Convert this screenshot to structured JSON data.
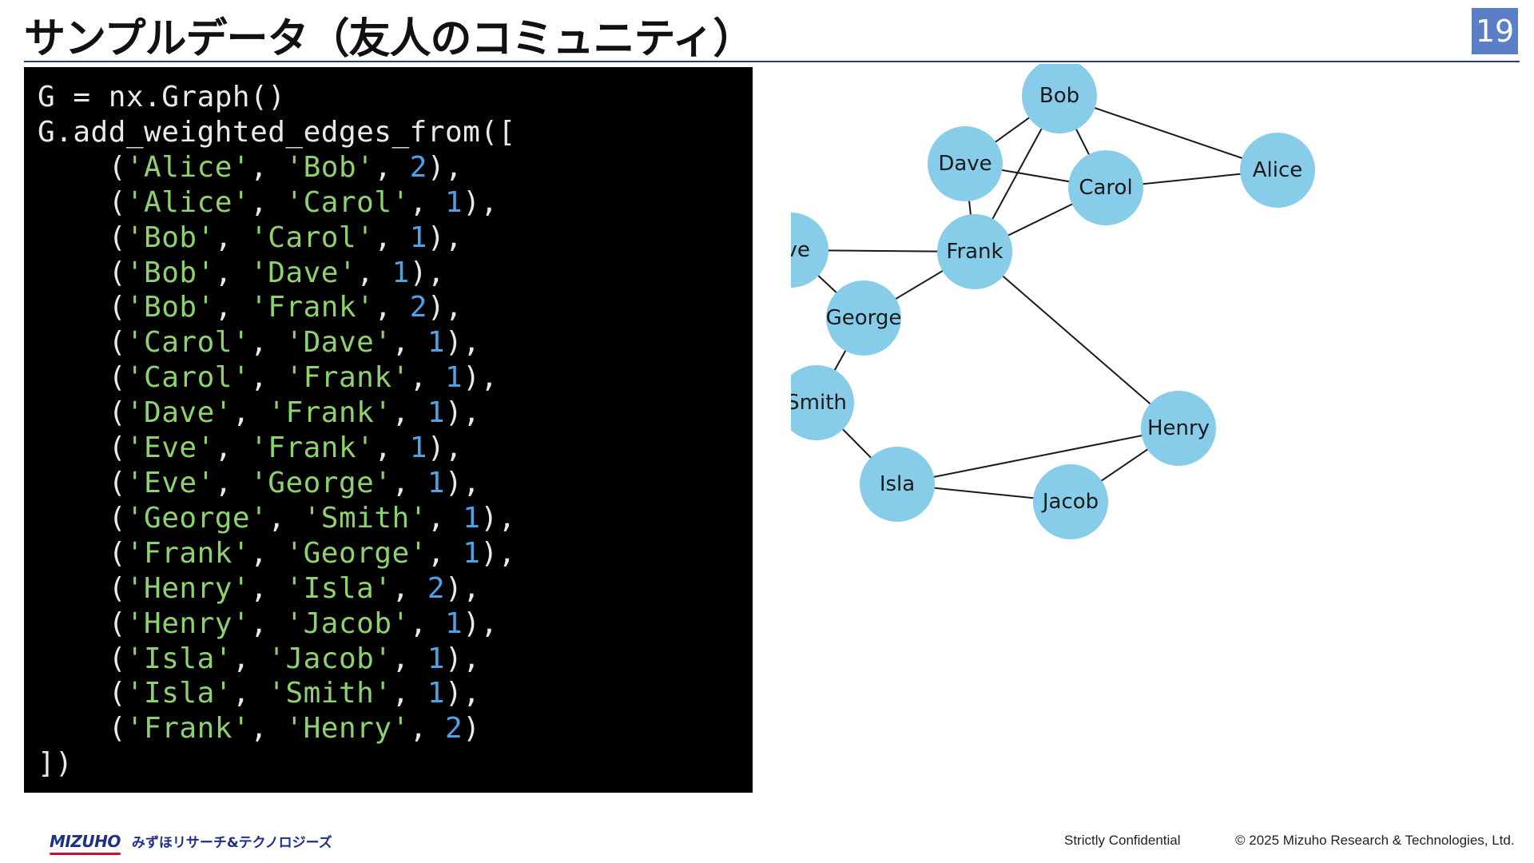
{
  "header": {
    "title": "サンプルデータ（友人のコミュニティ）",
    "page_number": "19"
  },
  "code": {
    "lines": [
      [
        {
          "t": "G = nx.Graph()",
          "c": "plain"
        }
      ],
      [
        {
          "t": "G.add_weighted_edges_from([",
          "c": "plain"
        }
      ],
      [
        {
          "t": "    (",
          "c": "plain"
        },
        {
          "t": "'Alice'",
          "c": "str"
        },
        {
          "t": ", ",
          "c": "plain"
        },
        {
          "t": "'Bob'",
          "c": "str"
        },
        {
          "t": ", ",
          "c": "plain"
        },
        {
          "t": "2",
          "c": "num"
        },
        {
          "t": "),",
          "c": "plain"
        }
      ],
      [
        {
          "t": "    (",
          "c": "plain"
        },
        {
          "t": "'Alice'",
          "c": "str"
        },
        {
          "t": ", ",
          "c": "plain"
        },
        {
          "t": "'Carol'",
          "c": "str"
        },
        {
          "t": ", ",
          "c": "plain"
        },
        {
          "t": "1",
          "c": "num"
        },
        {
          "t": "),",
          "c": "plain"
        }
      ],
      [
        {
          "t": "    (",
          "c": "plain"
        },
        {
          "t": "'Bob'",
          "c": "str"
        },
        {
          "t": ", ",
          "c": "plain"
        },
        {
          "t": "'Carol'",
          "c": "str"
        },
        {
          "t": ", ",
          "c": "plain"
        },
        {
          "t": "1",
          "c": "num"
        },
        {
          "t": "),",
          "c": "plain"
        }
      ],
      [
        {
          "t": "    (",
          "c": "plain"
        },
        {
          "t": "'Bob'",
          "c": "str"
        },
        {
          "t": ", ",
          "c": "plain"
        },
        {
          "t": "'Dave'",
          "c": "str"
        },
        {
          "t": ", ",
          "c": "plain"
        },
        {
          "t": "1",
          "c": "num"
        },
        {
          "t": "),",
          "c": "plain"
        }
      ],
      [
        {
          "t": "    (",
          "c": "plain"
        },
        {
          "t": "'Bob'",
          "c": "str"
        },
        {
          "t": ", ",
          "c": "plain"
        },
        {
          "t": "'Frank'",
          "c": "str"
        },
        {
          "t": ", ",
          "c": "plain"
        },
        {
          "t": "2",
          "c": "num"
        },
        {
          "t": "),",
          "c": "plain"
        }
      ],
      [
        {
          "t": "    (",
          "c": "plain"
        },
        {
          "t": "'Carol'",
          "c": "str"
        },
        {
          "t": ", ",
          "c": "plain"
        },
        {
          "t": "'Dave'",
          "c": "str"
        },
        {
          "t": ", ",
          "c": "plain"
        },
        {
          "t": "1",
          "c": "num"
        },
        {
          "t": "),",
          "c": "plain"
        }
      ],
      [
        {
          "t": "    (",
          "c": "plain"
        },
        {
          "t": "'Carol'",
          "c": "str"
        },
        {
          "t": ", ",
          "c": "plain"
        },
        {
          "t": "'Frank'",
          "c": "str"
        },
        {
          "t": ", ",
          "c": "plain"
        },
        {
          "t": "1",
          "c": "num"
        },
        {
          "t": "),",
          "c": "plain"
        }
      ],
      [
        {
          "t": "    (",
          "c": "plain"
        },
        {
          "t": "'Dave'",
          "c": "str"
        },
        {
          "t": ", ",
          "c": "plain"
        },
        {
          "t": "'Frank'",
          "c": "str"
        },
        {
          "t": ", ",
          "c": "plain"
        },
        {
          "t": "1",
          "c": "num"
        },
        {
          "t": "),",
          "c": "plain"
        }
      ],
      [
        {
          "t": "    (",
          "c": "plain"
        },
        {
          "t": "'Eve'",
          "c": "str"
        },
        {
          "t": ", ",
          "c": "plain"
        },
        {
          "t": "'Frank'",
          "c": "str"
        },
        {
          "t": ", ",
          "c": "plain"
        },
        {
          "t": "1",
          "c": "num"
        },
        {
          "t": "),",
          "c": "plain"
        }
      ],
      [
        {
          "t": "    (",
          "c": "plain"
        },
        {
          "t": "'Eve'",
          "c": "str"
        },
        {
          "t": ", ",
          "c": "plain"
        },
        {
          "t": "'George'",
          "c": "str"
        },
        {
          "t": ", ",
          "c": "plain"
        },
        {
          "t": "1",
          "c": "num"
        },
        {
          "t": "),",
          "c": "plain"
        }
      ],
      [
        {
          "t": "    (",
          "c": "plain"
        },
        {
          "t": "'George'",
          "c": "str"
        },
        {
          "t": ", ",
          "c": "plain"
        },
        {
          "t": "'Smith'",
          "c": "str"
        },
        {
          "t": ", ",
          "c": "plain"
        },
        {
          "t": "1",
          "c": "num"
        },
        {
          "t": "),",
          "c": "plain"
        }
      ],
      [
        {
          "t": "    (",
          "c": "plain"
        },
        {
          "t": "'Frank'",
          "c": "str"
        },
        {
          "t": ", ",
          "c": "plain"
        },
        {
          "t": "'George'",
          "c": "str"
        },
        {
          "t": ", ",
          "c": "plain"
        },
        {
          "t": "1",
          "c": "num"
        },
        {
          "t": "),",
          "c": "plain"
        }
      ],
      [
        {
          "t": "    (",
          "c": "plain"
        },
        {
          "t": "'Henry'",
          "c": "str"
        },
        {
          "t": ", ",
          "c": "plain"
        },
        {
          "t": "'Isla'",
          "c": "str"
        },
        {
          "t": ", ",
          "c": "plain"
        },
        {
          "t": "2",
          "c": "num"
        },
        {
          "t": "),",
          "c": "plain"
        }
      ],
      [
        {
          "t": "    (",
          "c": "plain"
        },
        {
          "t": "'Henry'",
          "c": "str"
        },
        {
          "t": ", ",
          "c": "plain"
        },
        {
          "t": "'Jacob'",
          "c": "str"
        },
        {
          "t": ", ",
          "c": "plain"
        },
        {
          "t": "1",
          "c": "num"
        },
        {
          "t": "),",
          "c": "plain"
        }
      ],
      [
        {
          "t": "    (",
          "c": "plain"
        },
        {
          "t": "'Isla'",
          "c": "str"
        },
        {
          "t": ", ",
          "c": "plain"
        },
        {
          "t": "'Jacob'",
          "c": "str"
        },
        {
          "t": ", ",
          "c": "plain"
        },
        {
          "t": "1",
          "c": "num"
        },
        {
          "t": "),",
          "c": "plain"
        }
      ],
      [
        {
          "t": "    (",
          "c": "plain"
        },
        {
          "t": "'Isla'",
          "c": "str"
        },
        {
          "t": ", ",
          "c": "plain"
        },
        {
          "t": "'Smith'",
          "c": "str"
        },
        {
          "t": ", ",
          "c": "plain"
        },
        {
          "t": "1",
          "c": "num"
        },
        {
          "t": "),",
          "c": "plain"
        }
      ],
      [
        {
          "t": "    (",
          "c": "plain"
        },
        {
          "t": "'Frank'",
          "c": "str"
        },
        {
          "t": ", ",
          "c": "plain"
        },
        {
          "t": "'Henry'",
          "c": "str"
        },
        {
          "t": ", ",
          "c": "plain"
        },
        {
          "t": "2",
          "c": "num"
        },
        {
          "t": ")",
          "c": "plain"
        }
      ],
      [
        {
          "t": "])",
          "c": "plain"
        }
      ]
    ]
  },
  "graph": {
    "nodes": [
      "Bob",
      "Dave",
      "Carol",
      "Alice",
      "Eve",
      "Frank",
      "George",
      "Smith",
      "Henry",
      "Isla",
      "Jacob"
    ],
    "edges": [
      [
        "Alice",
        "Bob"
      ],
      [
        "Alice",
        "Carol"
      ],
      [
        "Bob",
        "Carol"
      ],
      [
        "Bob",
        "Dave"
      ],
      [
        "Bob",
        "Frank"
      ],
      [
        "Carol",
        "Dave"
      ],
      [
        "Carol",
        "Frank"
      ],
      [
        "Dave",
        "Frank"
      ],
      [
        "Eve",
        "Frank"
      ],
      [
        "Eve",
        "George"
      ],
      [
        "George",
        "Smith"
      ],
      [
        "Frank",
        "George"
      ],
      [
        "Henry",
        "Isla"
      ],
      [
        "Henry",
        "Jacob"
      ],
      [
        "Isla",
        "Jacob"
      ],
      [
        "Isla",
        "Smith"
      ],
      [
        "Frank",
        "Henry"
      ]
    ],
    "node_color": "#87cdea",
    "edge_color": "#1a1a1a"
  },
  "footer": {
    "logo_text": "MIZUHO",
    "logo_subtext": "みずほリサーチ&テクノロジーズ",
    "confidential": "Strictly Confidential",
    "copyright": "© 2025 Mizuho Research & Technologies, Ltd."
  }
}
